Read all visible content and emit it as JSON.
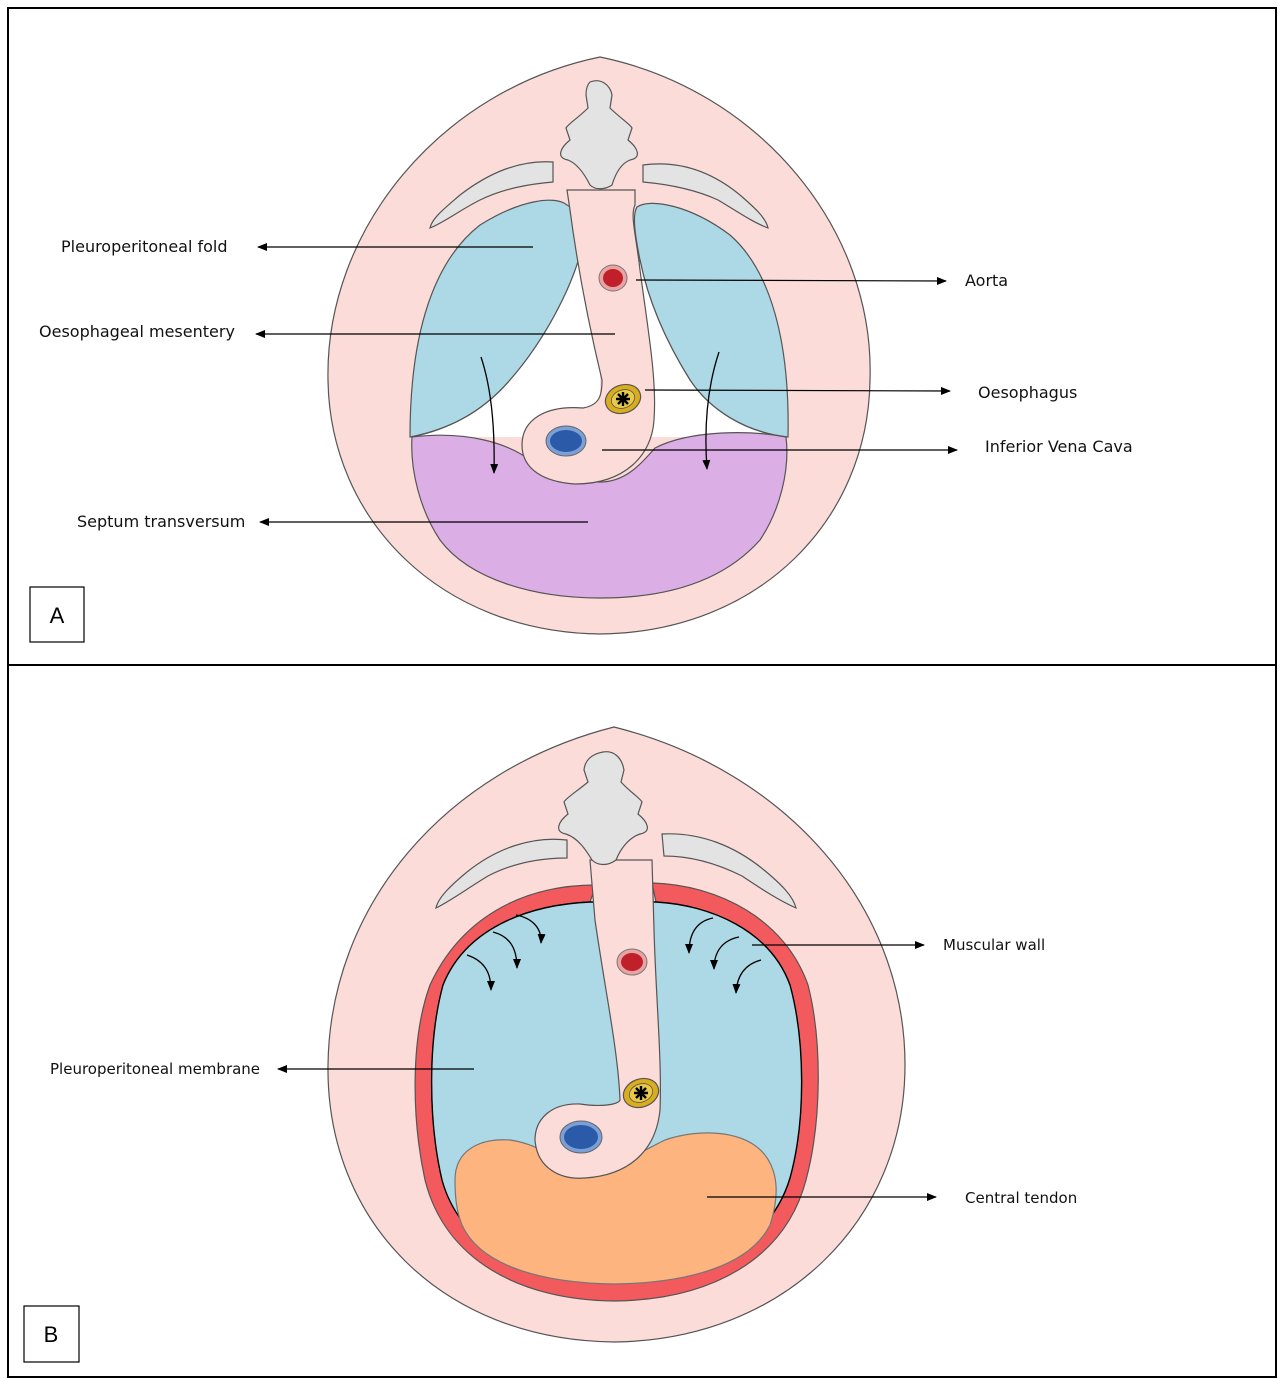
{
  "panels": [
    {
      "letter": "A",
      "labels": {
        "pleuroperitoneal_fold": "Pleuroperitoneal fold",
        "oesophageal_mesentery": "Oesophageal mesentery",
        "septum_transversum": "Septum transversum",
        "aorta": "Aorta",
        "oesophagus": "Oesophagus",
        "inferior_vena_cava": "Inferior Vena Cava"
      }
    },
    {
      "letter": "B",
      "labels": {
        "muscular_wall": "Muscular wall",
        "pleuroperitoneal_membrane": "Pleuroperitoneal membrane",
        "central_tendon": "Central tendon"
      }
    }
  ],
  "colors": {
    "body_wall": "#fcdcd8",
    "vertebra": "#e3e3e3",
    "pleuroperitoneal": "#add8e6",
    "septum_transversum": "#dcaee6",
    "central_tendon": "#fdb47f",
    "muscular_wall": "#f25a5e",
    "aorta": "#c0202a",
    "ivc": "#2b5aa8",
    "oesophagus": "#d9ad1d"
  }
}
